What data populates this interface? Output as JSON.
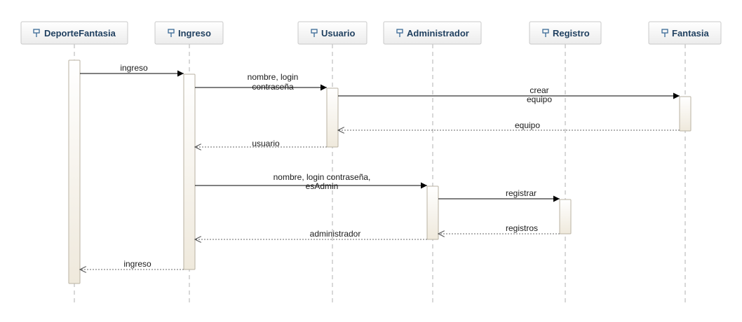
{
  "lifelines": [
    {
      "id": "deporte",
      "name": "DeporteFantasia"
    },
    {
      "id": "ingreso",
      "name": "Ingreso"
    },
    {
      "id": "usuario",
      "name": "Usuario"
    },
    {
      "id": "admin",
      "name": "Administrador"
    },
    {
      "id": "registro",
      "name": "Registro"
    },
    {
      "id": "fantasia",
      "name": "Fantasia"
    }
  ],
  "messages": [
    {
      "id": "m1",
      "from": "deporte",
      "to": "ingreso",
      "kind": "call",
      "label": [
        "ingreso"
      ]
    },
    {
      "id": "m2",
      "from": "ingreso",
      "to": "usuario",
      "kind": "call",
      "label": [
        "nombre, login",
        "contraseña"
      ]
    },
    {
      "id": "m3",
      "from": "usuario",
      "to": "fantasia",
      "kind": "call",
      "label": [
        "crear",
        "equipo"
      ]
    },
    {
      "id": "m4",
      "from": "fantasia",
      "to": "usuario",
      "kind": "reply",
      "label": [
        "equipo"
      ]
    },
    {
      "id": "m5",
      "from": "usuario",
      "to": "ingreso",
      "kind": "reply",
      "label": [
        "usuario"
      ]
    },
    {
      "id": "m6",
      "from": "ingreso",
      "to": "admin",
      "kind": "call",
      "label": [
        "nombre, login contraseña,",
        "esAdmin"
      ]
    },
    {
      "id": "m7",
      "from": "admin",
      "to": "registro",
      "kind": "call",
      "label": [
        "registrar"
      ]
    },
    {
      "id": "m8",
      "from": "registro",
      "to": "admin",
      "kind": "reply",
      "label": [
        "registros"
      ]
    },
    {
      "id": "m9",
      "from": "admin",
      "to": "ingreso",
      "kind": "reply",
      "label": [
        "administrador"
      ]
    },
    {
      "id": "m10",
      "from": "ingreso",
      "to": "deporte",
      "kind": "reply",
      "label": [
        "ingreso"
      ]
    }
  ],
  "icons": {
    "lifeline": "lifeline-pin-icon"
  },
  "colors": {
    "title": "#1f3f5f",
    "icon": "#3a6a96",
    "activation": "#f6f2ea",
    "box": "#f4f4f4"
  }
}
